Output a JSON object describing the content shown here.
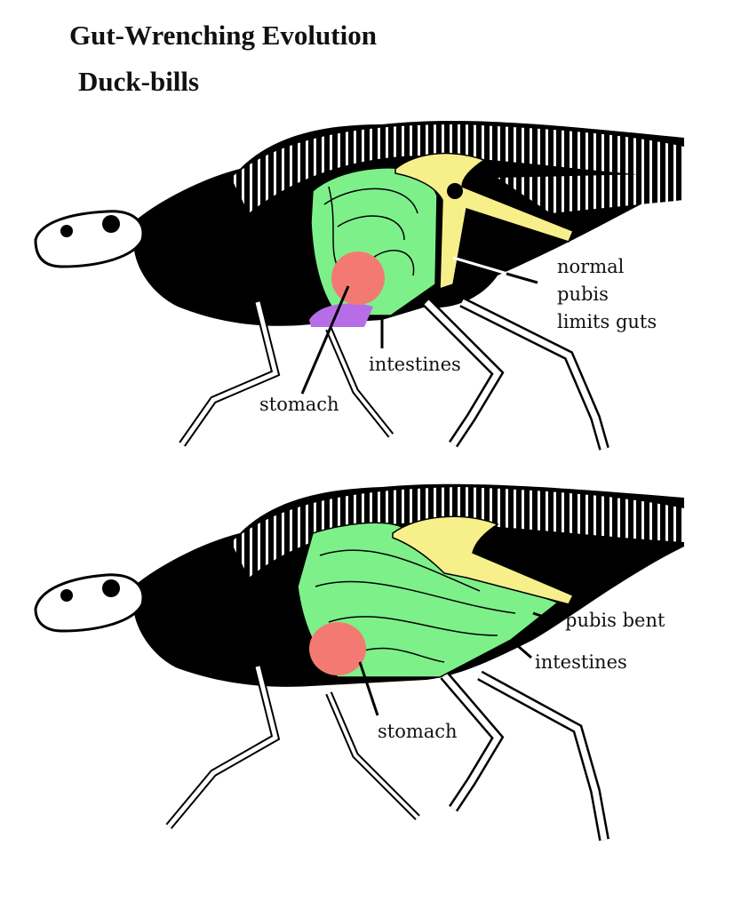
{
  "title": "Gut-Wrenching Evolution",
  "subtitle": "Duck-bills",
  "top_panel": {
    "labels": {
      "pubis_note": [
        "normal",
        "pubis",
        "limits guts"
      ],
      "intestines": "intestines",
      "stomach": "stomach"
    }
  },
  "bottom_panel": {
    "labels": {
      "pubis_note": "pubis bent",
      "intestines": "intestines",
      "stomach": "stomach"
    }
  },
  "colors": {
    "intestines": "#7ef08a",
    "stomach": "#f27a72",
    "crop": "#b86de8",
    "pubis": "#f7ef8a",
    "skeleton": "#000000"
  }
}
